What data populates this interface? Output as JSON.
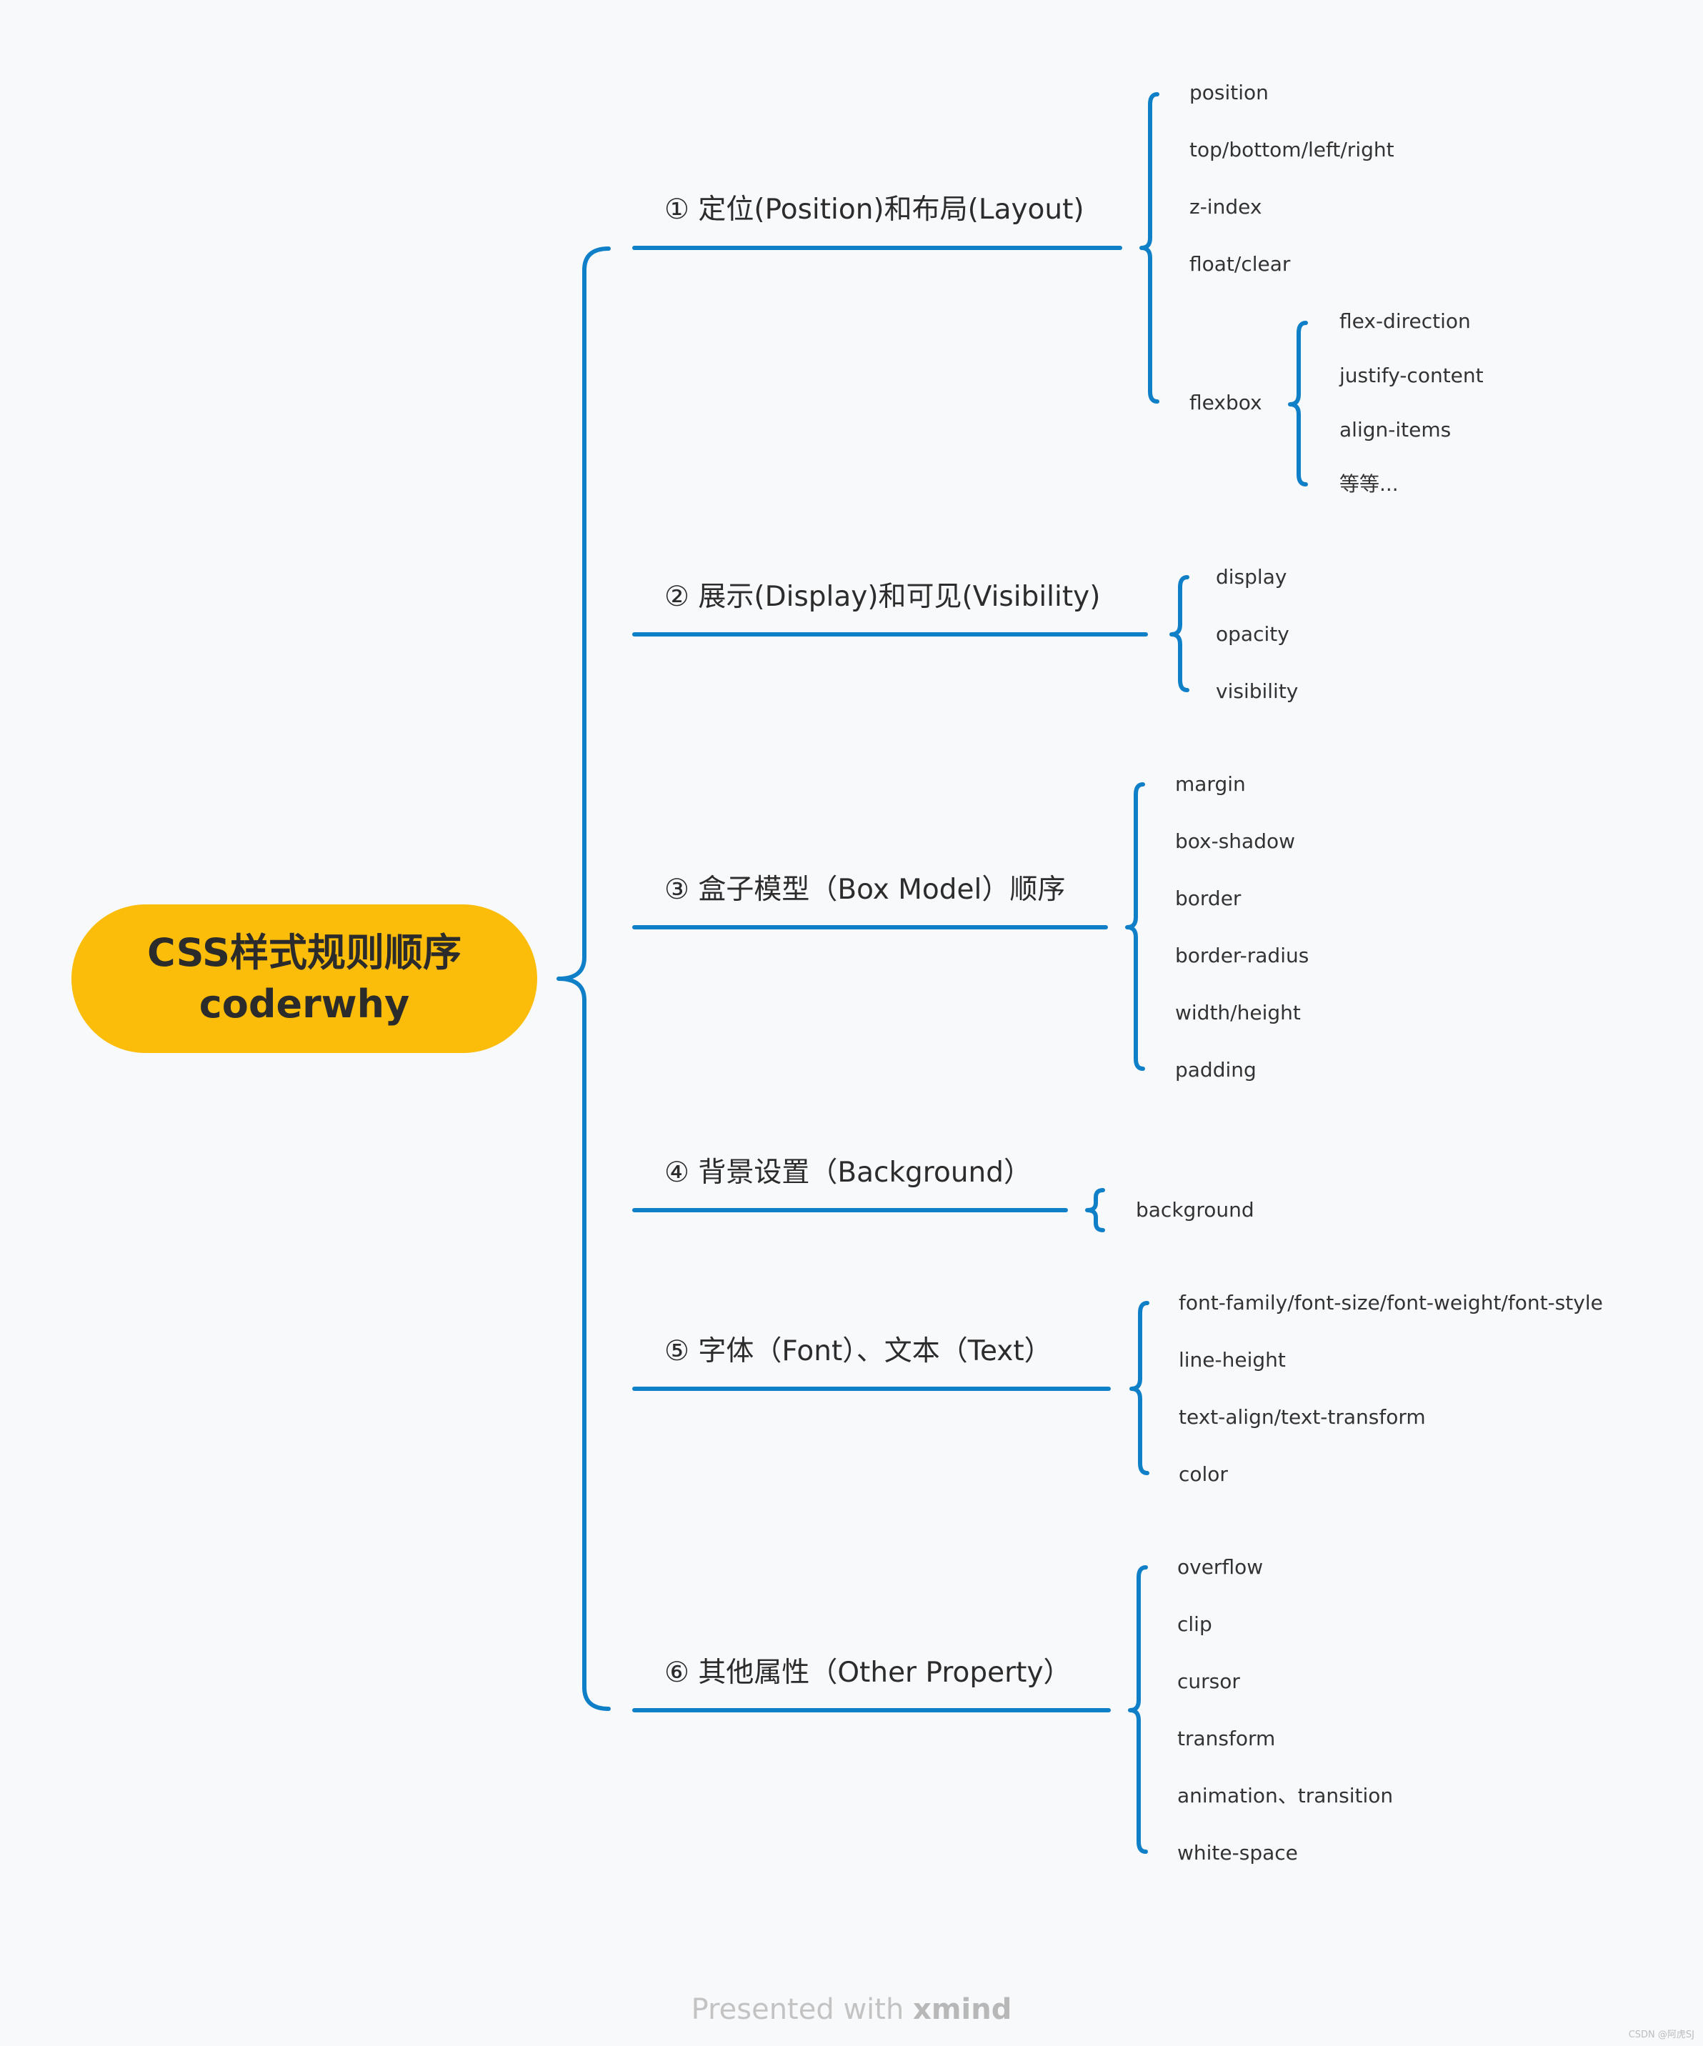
{
  "colors": {
    "accent": "#0f7fc8",
    "root_fill": "#fbbd0a",
    "background": "#f8f9fb"
  },
  "root": {
    "line1": "CSS样式规则顺序",
    "line2": "coderwhy"
  },
  "branches": [
    {
      "label": "① 定位(Position)和布局(Layout)",
      "children": [
        {
          "label": "position"
        },
        {
          "label": "top/bottom/left/right"
        },
        {
          "label": "z-index"
        },
        {
          "label": "float/clear"
        },
        {
          "label": "flexbox",
          "children": [
            "flex-direction",
            "justify-content",
            "align-items",
            "等等..."
          ]
        }
      ]
    },
    {
      "label": "② 展示(Display)和可见(Visibility)",
      "children": [
        {
          "label": "display"
        },
        {
          "label": "opacity"
        },
        {
          "label": "visibility"
        }
      ]
    },
    {
      "label": "③ 盒子模型（Box Model）顺序",
      "children": [
        {
          "label": "margin"
        },
        {
          "label": "box-shadow"
        },
        {
          "label": "border"
        },
        {
          "label": "border-radius"
        },
        {
          "label": "width/height"
        },
        {
          "label": "padding"
        }
      ]
    },
    {
      "label": "④ 背景设置（Background）",
      "children": [
        {
          "label": "background"
        }
      ]
    },
    {
      "label": "⑤ 字体（Font）、文本（Text）",
      "children": [
        {
          "label": "font-family/font-size/font-weight/font-style"
        },
        {
          "label": "line-height"
        },
        {
          "label": "text-align/text-transform"
        },
        {
          "label": "color"
        }
      ]
    },
    {
      "label": "⑥ 其他属性（Other Property）",
      "children": [
        {
          "label": "overflow"
        },
        {
          "label": "clip"
        },
        {
          "label": "cursor"
        },
        {
          "label": "transform"
        },
        {
          "label": "animation、transition"
        },
        {
          "label": "white-space"
        }
      ]
    }
  ],
  "footer": {
    "prefix": "Presented with ",
    "brand": "xmind"
  },
  "credit": "CSDN @阿虎SJ"
}
